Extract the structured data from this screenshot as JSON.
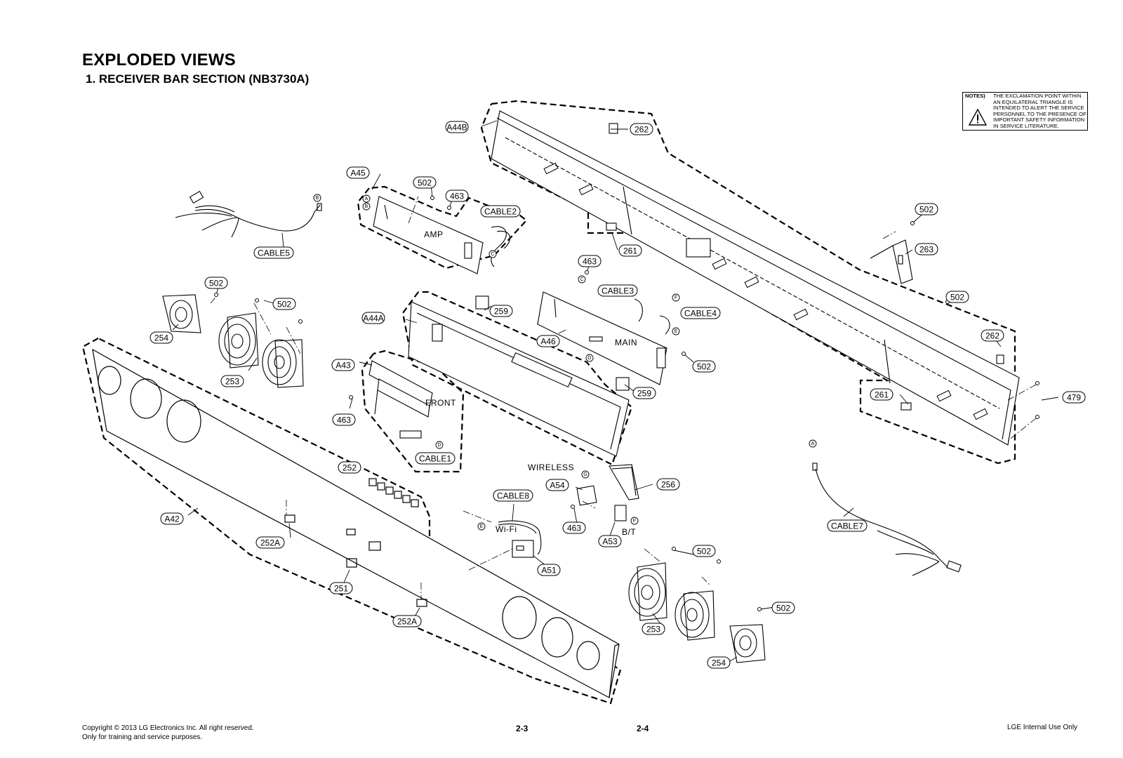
{
  "header": {
    "title": "EXPLODED VIEWS",
    "subtitle": "1. RECEIVER BAR SECTION (NB3730A)"
  },
  "notes": {
    "label": "NOTES)",
    "text": "THE EXCLAMATION POINT WITHIN AN EQUILATERAL TRIANGLE IS INTENDED TO ALERT THE SERVICE PERSONNEL TO THE PRESENCE OF IMPORTANT SAFETY INFORMATION IN SERVICE LITERATURE.",
    "icon": "warning-triangle-icon"
  },
  "part_labels": {
    "a44b": "A44B",
    "p262_top": "262",
    "a45": "A45",
    "p502_amp": "502",
    "p463_amp": "463",
    "cable2": "CABLE2",
    "cable5": "CABLE5",
    "p261_mid": "261",
    "p502_rt": "502",
    "p263": "263",
    "p463_main": "463",
    "cable3": "CABLE3",
    "cable4": "CABLE4",
    "p502_spk1": "502",
    "p502_spk2": "502",
    "p254_left": "254",
    "p253_left": "253",
    "a44a": "A44A",
    "p259_top": "259",
    "a46": "A46",
    "p502_main": "502",
    "p502_right2": "502",
    "p262_right": "262",
    "a43": "A43",
    "p463_front": "463",
    "cable1": "CABLE1",
    "p259_bot": "259",
    "p261_right": "261",
    "p479": "479",
    "a42": "A42",
    "p252": "252",
    "p252a_1": "252A",
    "p251": "251",
    "p252a_2": "252A",
    "a54": "A54",
    "p256": "256",
    "cable8": "CABLE8",
    "p463_wl": "463",
    "a53": "A53",
    "a51": "A51",
    "cable7": "CABLE7",
    "p502_rspk1": "502",
    "p253_right": "253",
    "p502_rspk2": "502",
    "p254_right": "254"
  },
  "text_labels": {
    "amp": "AMP",
    "main": "MAIN",
    "front": "FRONT",
    "wireless": "WIRELESS",
    "wifi": "Wi-Fi",
    "bt": "B/T"
  },
  "connector_letters": {
    "a_amp": "A",
    "b_amp": "B",
    "b_cable5": "B",
    "c_amp": "C",
    "c_main": "C",
    "f_main": "F",
    "e_main": "E",
    "d_main": "D",
    "d_front": "D",
    "g_wl": "G",
    "f_wl": "F",
    "e_wifi": "E",
    "a_cable7": "A"
  },
  "footer": {
    "copyright_line1": "Copyright © 2013 LG Electronics Inc. All right reserved.",
    "copyright_line2": "Only for training and service purposes.",
    "page_left": "2-3",
    "page_right": "2-4",
    "internal": "LGE Internal Use Only"
  }
}
